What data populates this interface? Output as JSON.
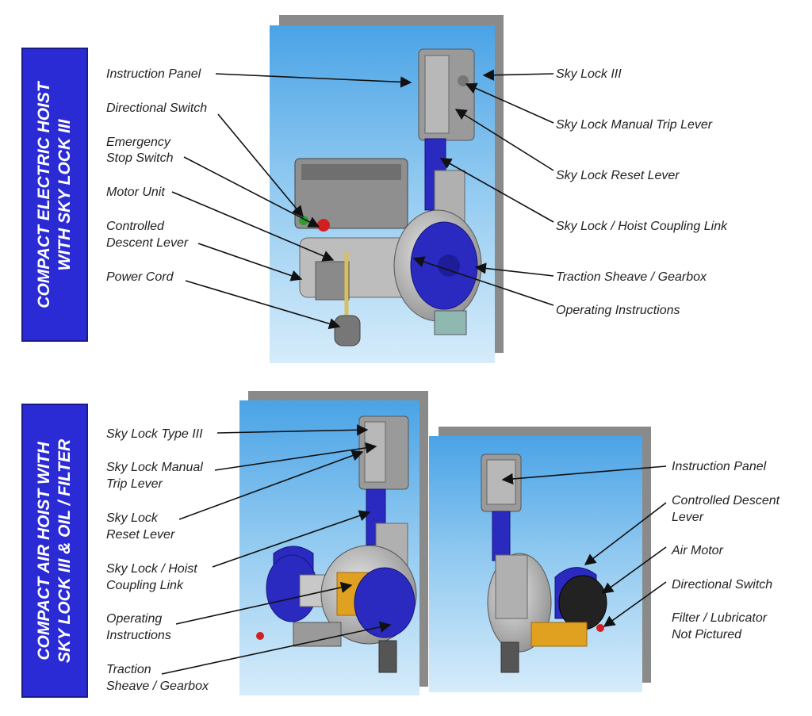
{
  "sections": {
    "electric": {
      "title_line1": "COMPACT ELECTRIC HOIST",
      "title_line2": "WITH SKY LOCK III",
      "labels": {
        "instruction_panel": "Instruction Panel",
        "directional_switch": "Directional Switch",
        "emergency_stop_1": "Emergency",
        "emergency_stop_2": "Stop Switch",
        "motor_unit": "Motor Unit",
        "controlled_descent_1": "Controlled",
        "controlled_descent_2": "Descent Lever",
        "power_cord": "Power Cord",
        "sky_lock_iii": "Sky Lock III",
        "manual_trip": "Sky Lock Manual Trip Lever",
        "reset_lever": "Sky Lock Reset Lever",
        "coupling_link": "Sky Lock / Hoist Coupling Link",
        "traction_sheave": "Traction Sheave / Gearbox",
        "operating_instructions": "Operating Instructions"
      }
    },
    "air": {
      "title_line1": "COMPACT AIR HOIST WITH",
      "title_line2": "SKY LOCK III & OIL / FILTER",
      "labels": {
        "type_iii": "Sky Lock Type III",
        "manual_trip_1": "Sky Lock Manual",
        "manual_trip_2": "Trip Lever",
        "reset_1": "Sky Lock",
        "reset_2": "Reset Lever",
        "coupling_1": "Sky Lock / Hoist",
        "coupling_2": "Coupling Link",
        "operating_1": "Operating",
        "operating_2": "Instructions",
        "traction_1": "Traction",
        "traction_2": "Sheave / Gearbox",
        "instruction_panel": "Instruction Panel",
        "controlled_descent_1": "Controlled Descent",
        "controlled_descent_2": "Lever",
        "air_motor": "Air Motor",
        "directional_switch": "Directional Switch",
        "filter_1": "Filter / Lubricator",
        "filter_2": "Not Pictured"
      }
    }
  },
  "colors": {
    "banner": "#2b2bd6",
    "hoist_blue": "#2a2ac0",
    "metal": "#a9a9a9"
  }
}
